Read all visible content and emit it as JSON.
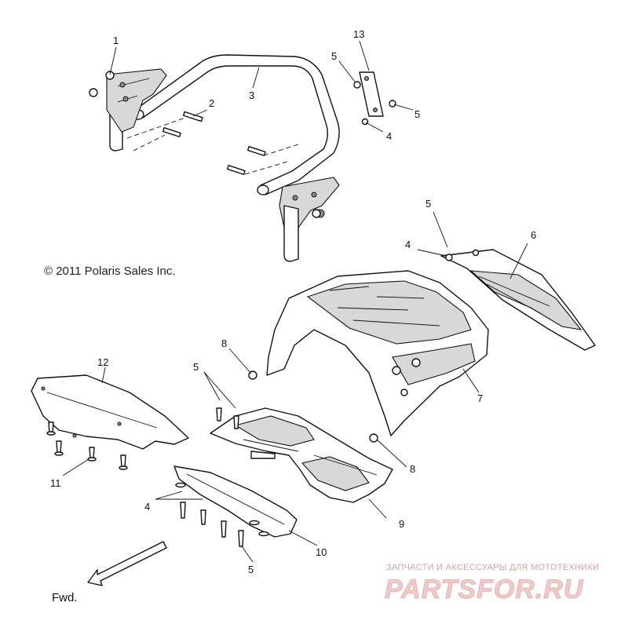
{
  "copyright": "© 2011 Polaris Sales Inc.",
  "direction_label": "Fwd.",
  "watermark": {
    "caption": "ЗАПЧАСТИ И АКСЕССУАРЫ ДЛЯ МОТОТЕХНИКИ",
    "brand": "PARTSFOR.RU"
  },
  "callouts": {
    "c1": "1",
    "c2": "2",
    "c3": "3",
    "c4a": "4",
    "c4b": "4",
    "c4c": "4",
    "c5a": "5",
    "c5b": "5",
    "c5c": "5",
    "c5d": "5",
    "c5e": "5",
    "c6": "6",
    "c7": "7",
    "c8a": "8",
    "c8b": "8",
    "c9": "9",
    "c10": "10",
    "c11": "11",
    "c12": "12",
    "c13": "13"
  }
}
